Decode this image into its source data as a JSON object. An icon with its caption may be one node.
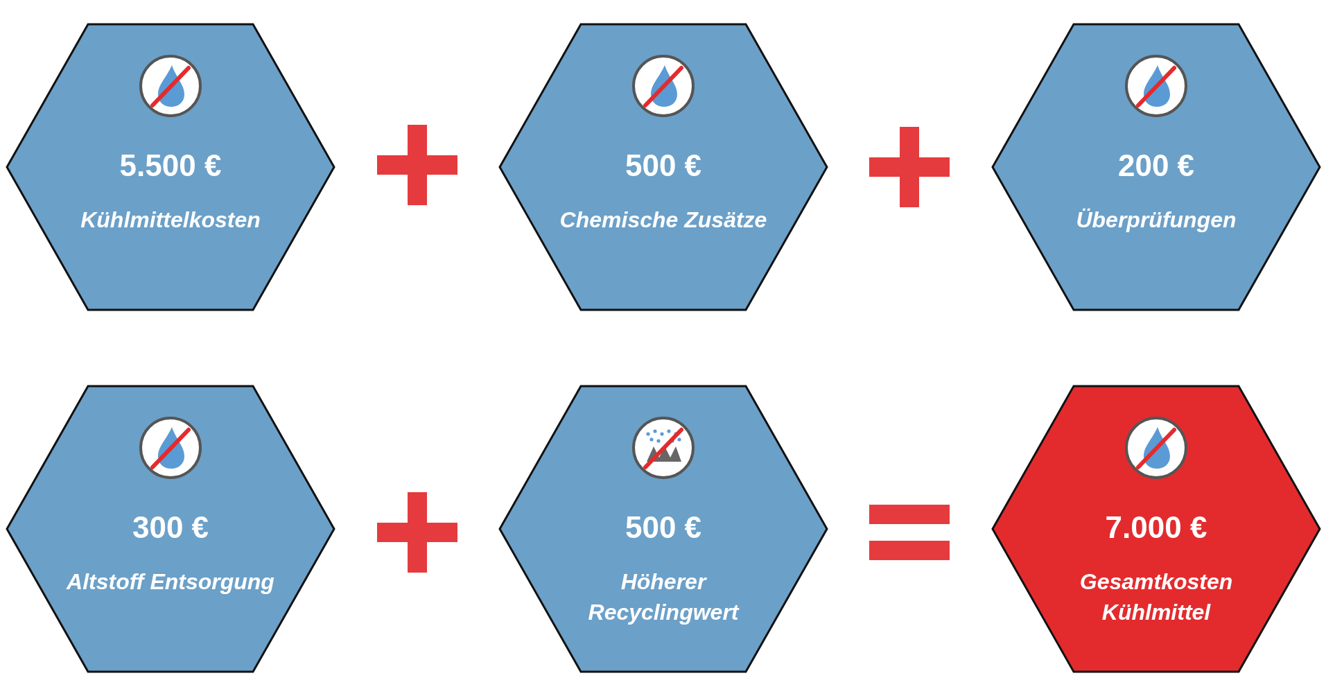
{
  "diagram": {
    "nodes": [
      {
        "text": [
          "5.500 €",
          "Kühlmittelkosten"
        ]
      },
      {
        "text": [
          "500 €",
          "Chemische Zusätze"
        ]
      },
      {
        "text": [
          "200 €",
          "Überprüfungen"
        ]
      },
      {
        "text": [
          "300 €",
          "Altstoff Entsorgung"
        ]
      },
      {
        "text": [
          "500 €",
          "Höherer Recyclingwert"
        ]
      },
      {
        "text": [
          "7.000 €",
          "Gesamtkosten Kühlmittel"
        ]
      }
    ],
    "edges": []
  }
}
